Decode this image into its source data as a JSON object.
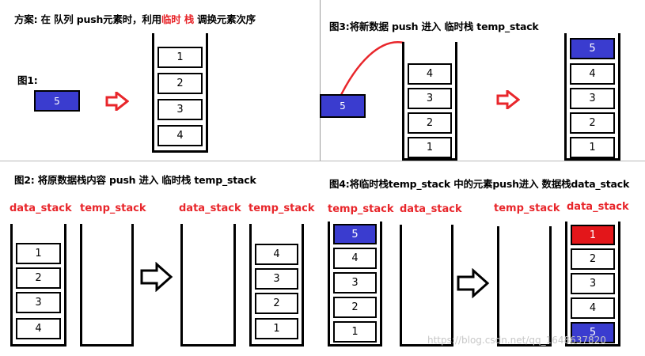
{
  "panel_top_left": {
    "title_prefix": "方案: 在  队列  push元素时，利用",
    "title_red": "临时 栈",
    "title_suffix": " 调换元素次序",
    "figure_label": "图1:",
    "new_value": "5",
    "stack_values": [
      "1",
      "2",
      "3",
      "4"
    ]
  },
  "panel_top_right": {
    "title": "图3:将新数据 push 进入 临时栈 temp_stack",
    "new_value": "5",
    "stack_before": [
      "4",
      "3",
      "2",
      "1"
    ],
    "stack_after": [
      "5",
      "4",
      "3",
      "2",
      "1"
    ]
  },
  "panel_bottom_left": {
    "title": "图2: 将原数据栈内容 push 进入 临时栈 temp_stack",
    "labels": [
      "data_stack",
      "temp_stack",
      "data_stack",
      "temp_stack"
    ],
    "data_stack_before": [
      "1",
      "2",
      "3",
      "4"
    ],
    "temp_stack_after": [
      "4",
      "3",
      "2",
      "1"
    ]
  },
  "panel_bottom_right": {
    "title": "图4:将临时栈temp_stack 中的元素push进入 数据栈data_stack",
    "labels": [
      "temp_stack",
      "data_stack",
      "temp_stack",
      "data_stack"
    ],
    "temp_stack_before": [
      "5",
      "4",
      "3",
      "2",
      "1"
    ],
    "data_stack_after": [
      "1",
      "2",
      "3",
      "4",
      "5"
    ]
  },
  "colors": {
    "blue_cell": "#3a3ccf",
    "red_cell": "#e3161a",
    "red_text": "#e8262b"
  },
  "watermark": "https://blog.csdn.net/qq_1648637820"
}
